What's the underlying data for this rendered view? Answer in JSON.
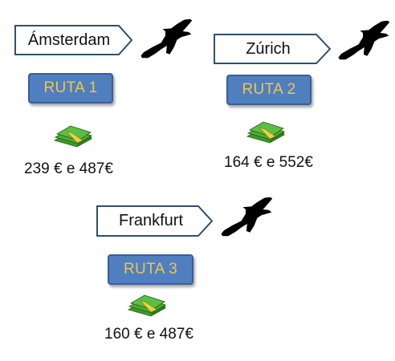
{
  "routes": [
    {
      "city": "Ámsterdam",
      "route_label": "RUTA 1",
      "price": "239 € e 487€"
    },
    {
      "city": "Zúrich",
      "route_label": "RUTA 2",
      "price": "164 € e 552€"
    },
    {
      "city": "Frankfurt",
      "route_label": "RUTA 3",
      "price": "160 € e 487€"
    }
  ],
  "icons": {
    "plane": "airplane-icon",
    "money": "banknotes-icon"
  },
  "colors": {
    "button_fill": "#4f7fbf",
    "button_border": "#3a5f92",
    "button_text": "#f2c44a",
    "plane": "#000000",
    "money_green": "#3e9a2a",
    "money_band": "#e8d24a"
  }
}
